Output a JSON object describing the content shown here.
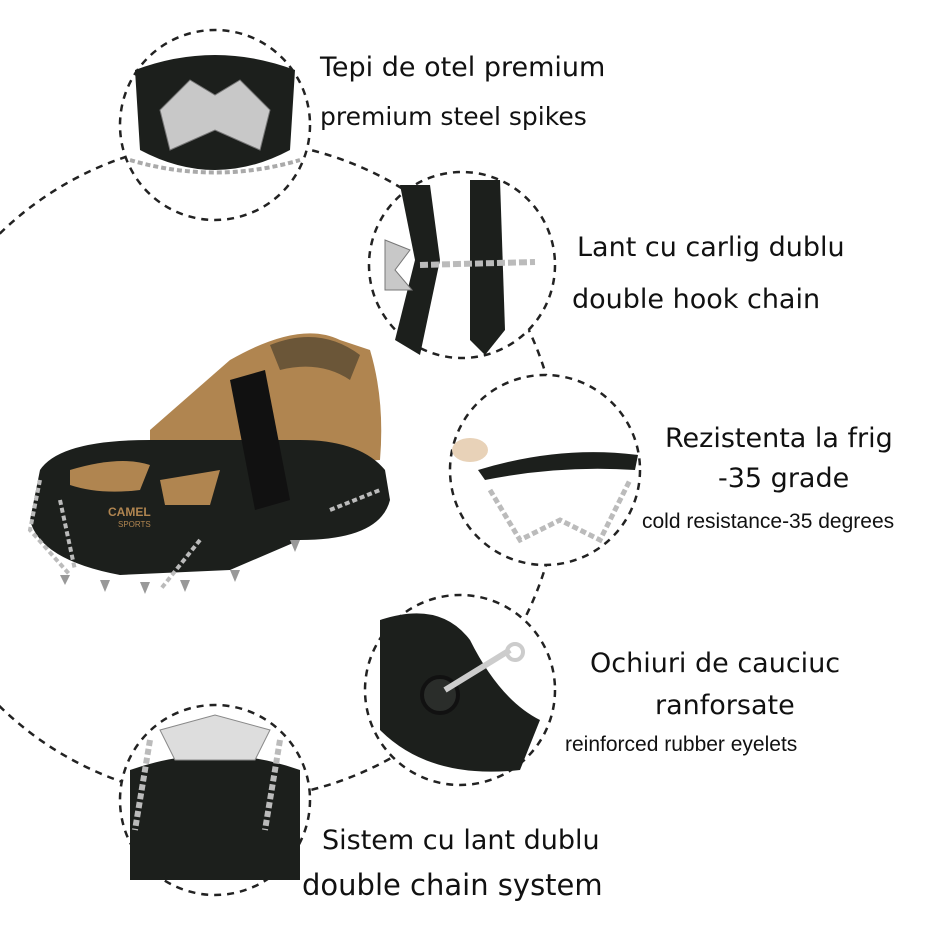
{
  "brand_logo": {
    "name": "CAMEL",
    "sub": "SPORTS"
  },
  "features": [
    {
      "ro": "Tepi de otel premium",
      "en": "premium steel spikes"
    },
    {
      "ro": "Lant cu carlig dublu",
      "en": "double hook chain"
    },
    {
      "ro": "Rezistenta la frig",
      "ro2": "-35 grade",
      "en": "cold resistance-35 degrees"
    },
    {
      "ro": "Ochiuri de cauciuc",
      "ro2": "ranforsate",
      "en": "reinforced rubber eyelets"
    },
    {
      "ro": "Sistem cu lant dublu",
      "en": "double chain system"
    }
  ],
  "colors": {
    "rubber": "#1c1f1c",
    "leather": "#b08550",
    "steel": "#c8c8c8",
    "dash": "#222222"
  }
}
